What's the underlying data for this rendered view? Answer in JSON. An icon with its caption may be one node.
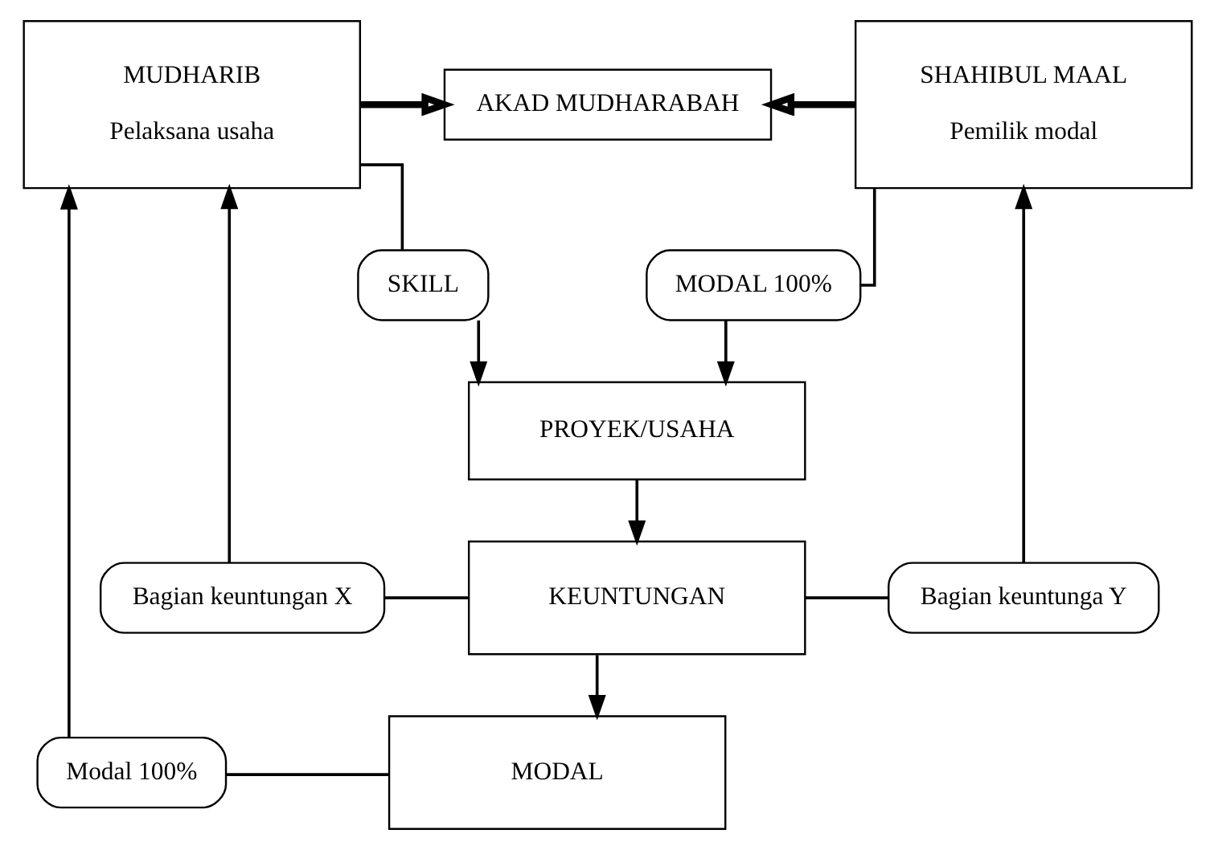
{
  "diagram": {
    "nodes": [
      {
        "text": [
          "MUDHARIB",
          "Pelaksana usaha"
        ]
      },
      {
        "text": [
          "AKAD MUDHARABAH"
        ]
      },
      {
        "text": [
          "SHAHIBUL MAAL",
          "Pemilik modal"
        ]
      },
      {
        "text": [
          "SKILL"
        ]
      },
      {
        "text": [
          "MODAL 100%"
        ]
      },
      {
        "text": [
          "PROYEK/USAHA"
        ]
      },
      {
        "text": [
          "Bagian keuntungan X"
        ]
      },
      {
        "text": [
          "KEUNTUNGAN"
        ]
      },
      {
        "text": [
          "Bagian keuntunga Y"
        ]
      },
      {
        "text": [
          "Modal 100%"
        ]
      },
      {
        "text": [
          "MODAL"
        ]
      }
    ],
    "edges": [
      {
        "from": 0,
        "to": 1,
        "arrow": "to",
        "style": "thick"
      },
      {
        "from": 2,
        "to": 1,
        "arrow": "to",
        "style": "thick"
      },
      {
        "from": 0,
        "to": 3,
        "arrow": "none"
      },
      {
        "from": 2,
        "to": 4,
        "arrow": "none"
      },
      {
        "from": 3,
        "to": 5,
        "arrow": "to"
      },
      {
        "from": 4,
        "to": 5,
        "arrow": "to"
      },
      {
        "from": 5,
        "to": 7,
        "arrow": "to"
      },
      {
        "from": 7,
        "to": 6,
        "arrow": "none"
      },
      {
        "from": 6,
        "to": 0,
        "arrow": "to"
      },
      {
        "from": 7,
        "to": 8,
        "arrow": "none"
      },
      {
        "from": 8,
        "to": 2,
        "arrow": "to"
      },
      {
        "from": 7,
        "to": 10,
        "arrow": "to"
      },
      {
        "from": 10,
        "to": 9,
        "arrow": "none"
      },
      {
        "from": 9,
        "to": 0,
        "arrow": "to"
      }
    ]
  }
}
